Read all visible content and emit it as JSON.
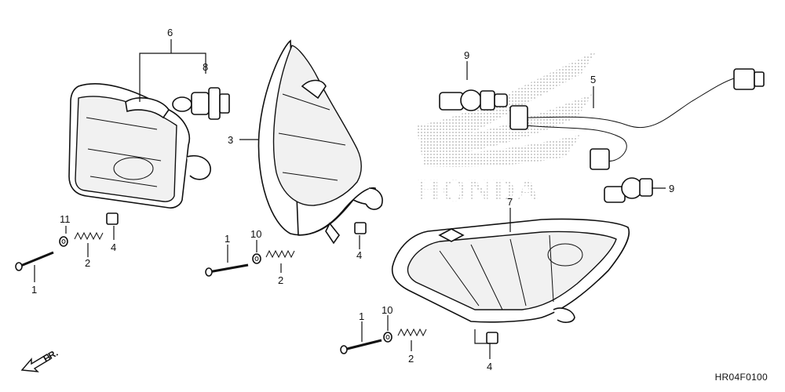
{
  "diagram": {
    "reference_code": "HR04F0100",
    "brand_watermark": "HONDA",
    "direction_label": "FR.",
    "callouts": [
      {
        "id": "c6",
        "text": "6"
      },
      {
        "id": "c8",
        "text": "8"
      },
      {
        "id": "c3",
        "text": "3"
      },
      {
        "id": "c9a",
        "text": "9"
      },
      {
        "id": "c5",
        "text": "5"
      },
      {
        "id": "c9b",
        "text": "9"
      },
      {
        "id": "c7",
        "text": "7"
      },
      {
        "id": "c11",
        "text": "11"
      },
      {
        "id": "c2a",
        "text": "2"
      },
      {
        "id": "c4a",
        "text": "4"
      },
      {
        "id": "c1a",
        "text": "1"
      },
      {
        "id": "c1b",
        "text": "1"
      },
      {
        "id": "c10a",
        "text": "10"
      },
      {
        "id": "c2b",
        "text": "2"
      },
      {
        "id": "c4b",
        "text": "4"
      },
      {
        "id": "c1c",
        "text": "1"
      },
      {
        "id": "c10b",
        "text": "10"
      },
      {
        "id": "c2c",
        "text": "2"
      },
      {
        "id": "c4c",
        "text": "4"
      }
    ]
  }
}
